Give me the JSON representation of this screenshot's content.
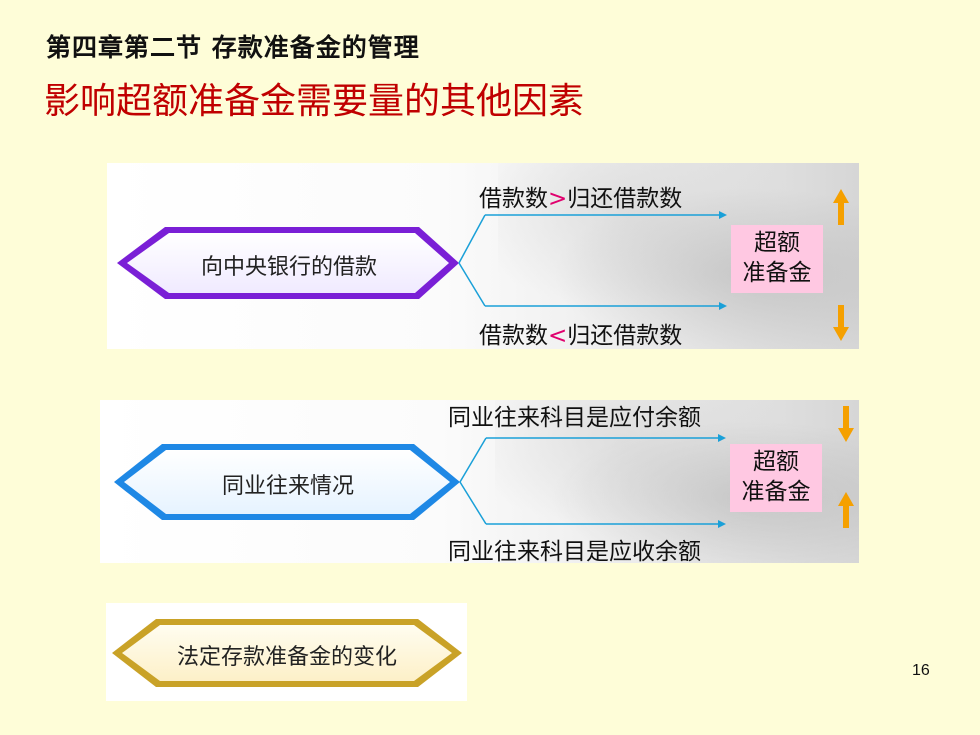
{
  "header": {
    "chapter": "第四章第二节  存款准备金的管理",
    "title": "影响超额准备金需要量的其他因素"
  },
  "factors": [
    {
      "label": "向中央银行的借款",
      "upper_branch": {
        "left": "借款数",
        "op": ">",
        "right": "归还借款数"
      },
      "lower_branch": {
        "left": "借款数",
        "op": "<",
        "right": "归还借款数"
      },
      "result_line1": "超额",
      "result_line2": "准备金",
      "upper_effect": "up",
      "lower_effect": "down",
      "hex_color": "#8a2be2"
    },
    {
      "label": "同业往来情况",
      "upper_branch_text": "同业往来科目是应付余额",
      "lower_branch_text": "同业往来科目是应收余额",
      "result_line1": "超额",
      "result_line2": "准备金",
      "upper_effect": "down",
      "lower_effect": "up",
      "hex_color": "#1e88e5"
    },
    {
      "label": "法定存款准备金的变化",
      "hex_color": "#d4a017"
    }
  ],
  "icons": {
    "up": "up-arrow-icon",
    "down": "down-arrow-icon"
  },
  "colors": {
    "title": "#c00000",
    "background": "#fefdd8",
    "arrow": "#f5a000",
    "result_box": "#ffc8e2",
    "operator": "#e0006e"
  },
  "page_number": "16"
}
